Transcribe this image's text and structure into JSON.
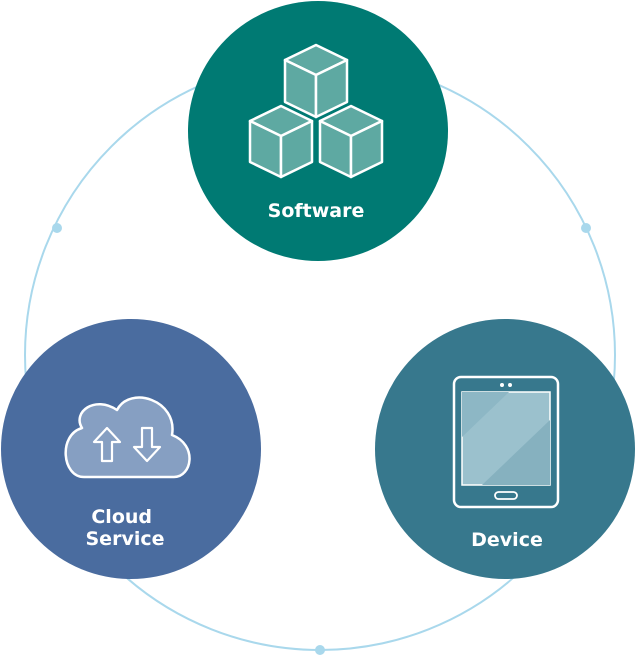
{
  "diagram": {
    "nodes": [
      {
        "id": "software",
        "label": "Software",
        "color": "#007A73",
        "icon": "cubes-icon"
      },
      {
        "id": "cloud",
        "label_lines": [
          "Cloud",
          "Service"
        ],
        "color": "#4A6C9F",
        "icon": "cloud-upload-download-icon"
      },
      {
        "id": "device",
        "label": "Device",
        "color": "#37788D",
        "icon": "tablet-icon"
      }
    ],
    "ring_color": "#A9D8EC",
    "connector_dot_color": "#A9D8EC"
  }
}
